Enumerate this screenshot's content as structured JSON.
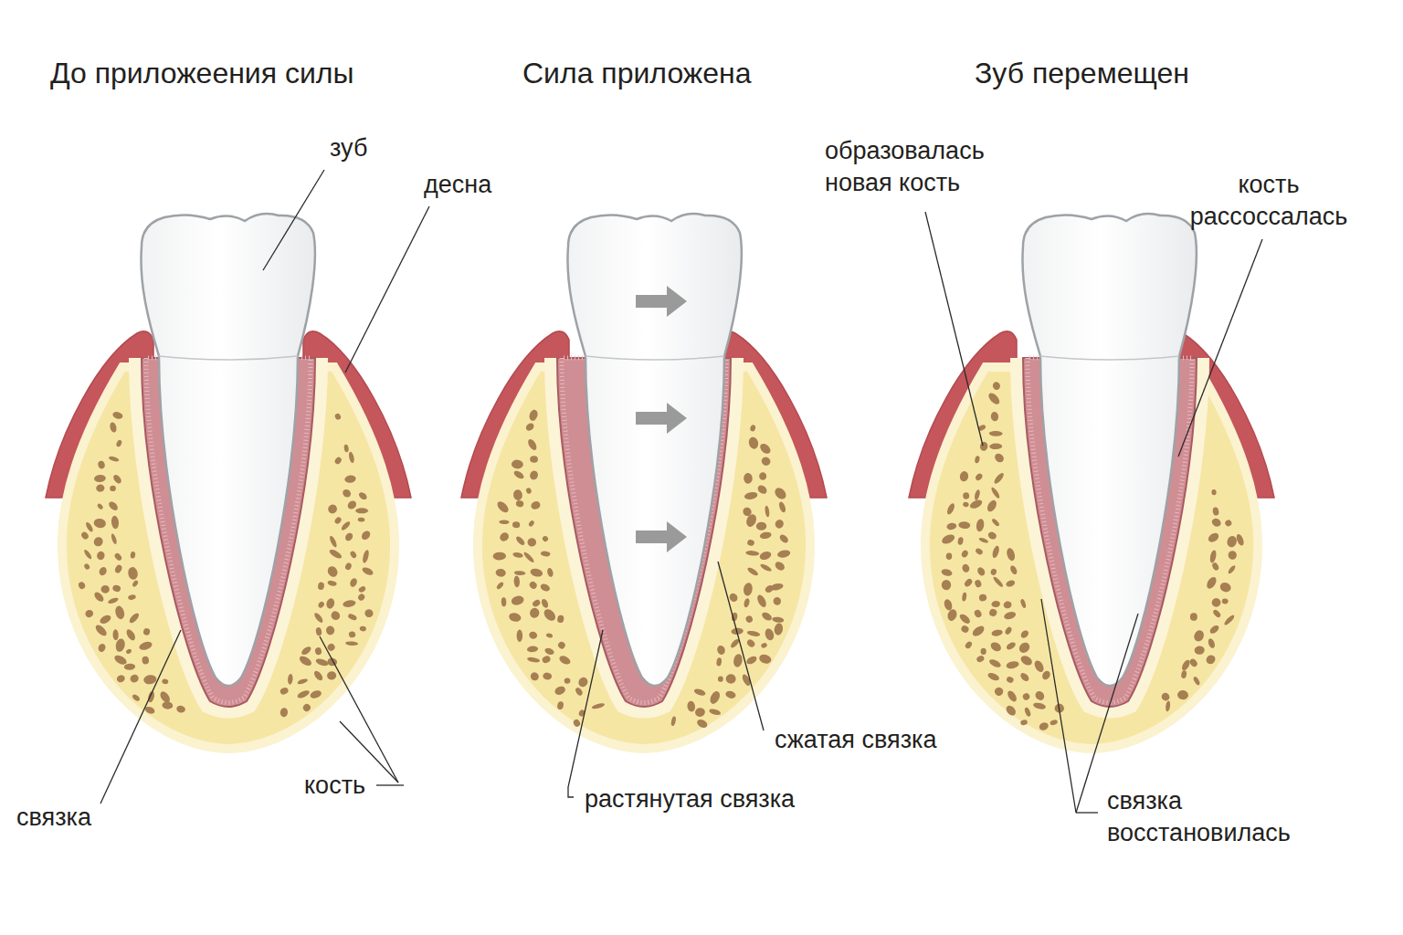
{
  "diagram": {
    "labels": [
      "До приложеения силы",
      "Сила приложена",
      "Зуб перемещен",
      "зуб",
      "десна",
      "связка",
      "кость",
      "сжатая связка",
      "растянутая связка",
      "образовалась новая кость",
      "кость рассоссалась",
      "связка восстановилась"
    ]
  }
}
